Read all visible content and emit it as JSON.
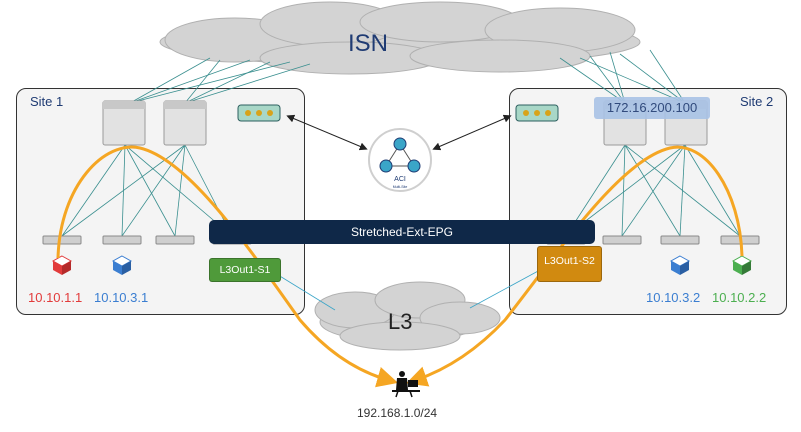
{
  "clouds": {
    "isn_label": "ISN",
    "l3_label": "L3"
  },
  "site1": {
    "label": "Site 1",
    "l3out_label": "L3Out1-S1",
    "endpoints": [
      {
        "ip": "10.10.1.1",
        "color": "#e23b3b"
      },
      {
        "ip": "10.10.3.1",
        "color": "#3b7ed1"
      }
    ]
  },
  "site2": {
    "label": "Site 2",
    "tep_label": "172.16.200.100",
    "l3out_label": "L3Out1-S2",
    "endpoints": [
      {
        "ip": "10.10.3.2",
        "color": "#3b7ed1"
      },
      {
        "ip": "10.10.2.2",
        "color": "#4caf50"
      }
    ]
  },
  "stretched_epg_label": "Stretched-Ext-EPG",
  "msc": {
    "title": "ACI",
    "subtitle": "Multi-Site"
  },
  "external_network": "192.168.1.0/24",
  "colors": {
    "flow": "#f5a623",
    "link": "#3a8f8f",
    "l3out_s1": "#4f9a3a",
    "l3out_s2": "#d18a10",
    "epg_bar": "#0f2848",
    "cloud": "#d3d3d3"
  }
}
